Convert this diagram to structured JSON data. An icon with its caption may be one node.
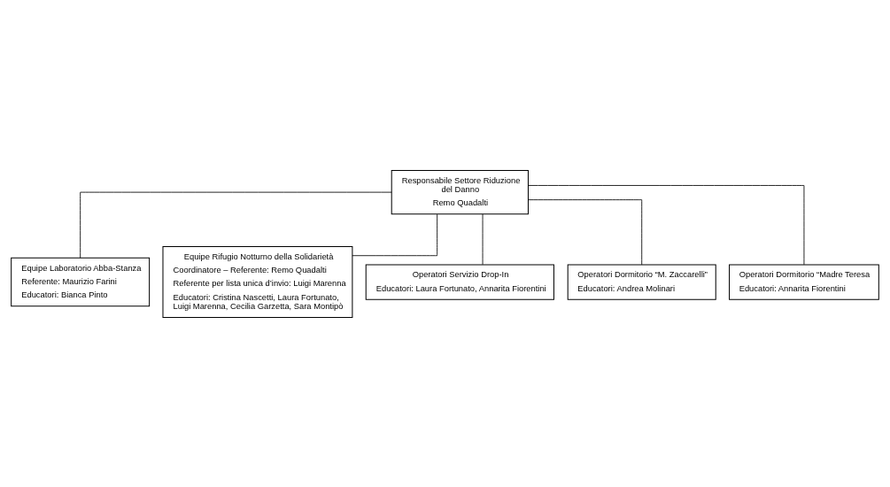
{
  "diagram": {
    "nodes": [
      {
        "text": [
          "Responsabile Settore Riduzione del Danno",
          "Remo Quadalti"
        ]
      },
      {
        "text": [
          "Equipe Laboratorio Abba-Stanza",
          "Referente: Maurizio Farini",
          "Educatori: Bianca Pinto"
        ]
      },
      {
        "text": [
          "Equipe Rifugio Notturno della Solidarietà",
          "Coordinatore – Referente: Remo Quadalti",
          "Referente per lista unica d’invio: Luigi Marenna",
          "Educatori: Cristina Nascetti, Laura Fortunato, Luigi Marenna, Cecilia Garzetta, Sara Montipò"
        ]
      },
      {
        "text": [
          "Operatori Servizio Drop-In",
          "Educatori: Laura Fortunato, Annarita Fiorentini"
        ]
      },
      {
        "text": [
          "Operatori Dormitorio “M. Zaccarelli”",
          "Educatori: Andrea Molinari"
        ]
      },
      {
        "text": [
          "Operatori Dormitorio “Madre Teresa",
          "Educatori: Annarita Fiorentini"
        ]
      }
    ],
    "edges": [
      {
        "from": 0,
        "to": 1,
        "arrow": "none"
      },
      {
        "from": 0,
        "to": 2,
        "arrow": "none"
      },
      {
        "from": 0,
        "to": 3,
        "arrow": "none"
      },
      {
        "from": 0,
        "to": 4,
        "arrow": "none"
      },
      {
        "from": 0,
        "to": 5,
        "arrow": "none"
      }
    ]
  }
}
